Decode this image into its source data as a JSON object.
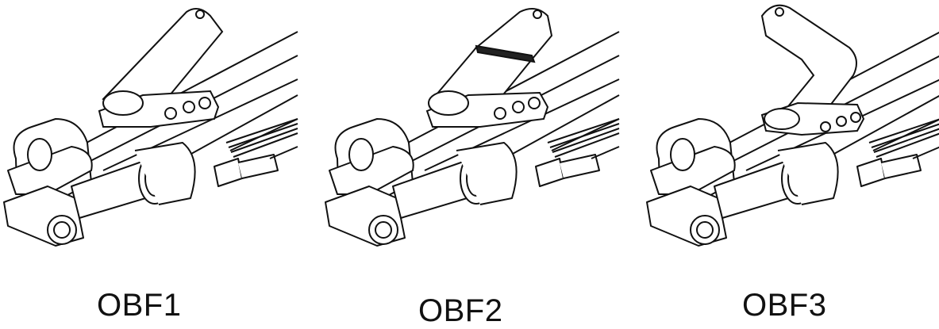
{
  "figures": [
    {
      "label": "OBF1",
      "variant": "straight-arm"
    },
    {
      "label": "OBF2",
      "variant": "split-arm"
    },
    {
      "label": "OBF3",
      "variant": "offset-arm"
    }
  ]
}
